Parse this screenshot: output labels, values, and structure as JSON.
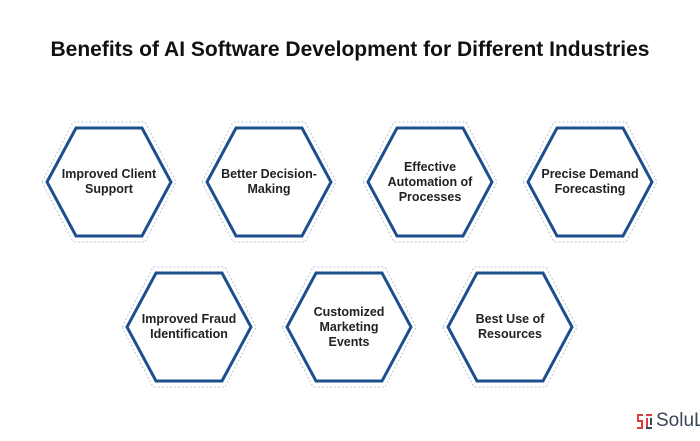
{
  "title": "Benefits of AI Software Development for Different Industries",
  "benefits": [
    {
      "label": "Improved Client Support",
      "row": 1
    },
    {
      "label": "Better Decision-Making",
      "row": 1
    },
    {
      "label": "Effective Automation of Processes",
      "row": 1
    },
    {
      "label": "Precise Demand Forecasting",
      "row": 1
    },
    {
      "label": "Improved Fraud Identification",
      "row": 2
    },
    {
      "label": "Customized Marketing Events",
      "row": 2
    },
    {
      "label": "Best Use of Resources",
      "row": 2
    }
  ],
  "logo": {
    "text": "SoluL",
    "icon": "solulab-logo-icon"
  },
  "colors": {
    "hex_border": "#1d4f8d",
    "dashed": "#b9c4d4",
    "logo_red": "#e0393e"
  }
}
